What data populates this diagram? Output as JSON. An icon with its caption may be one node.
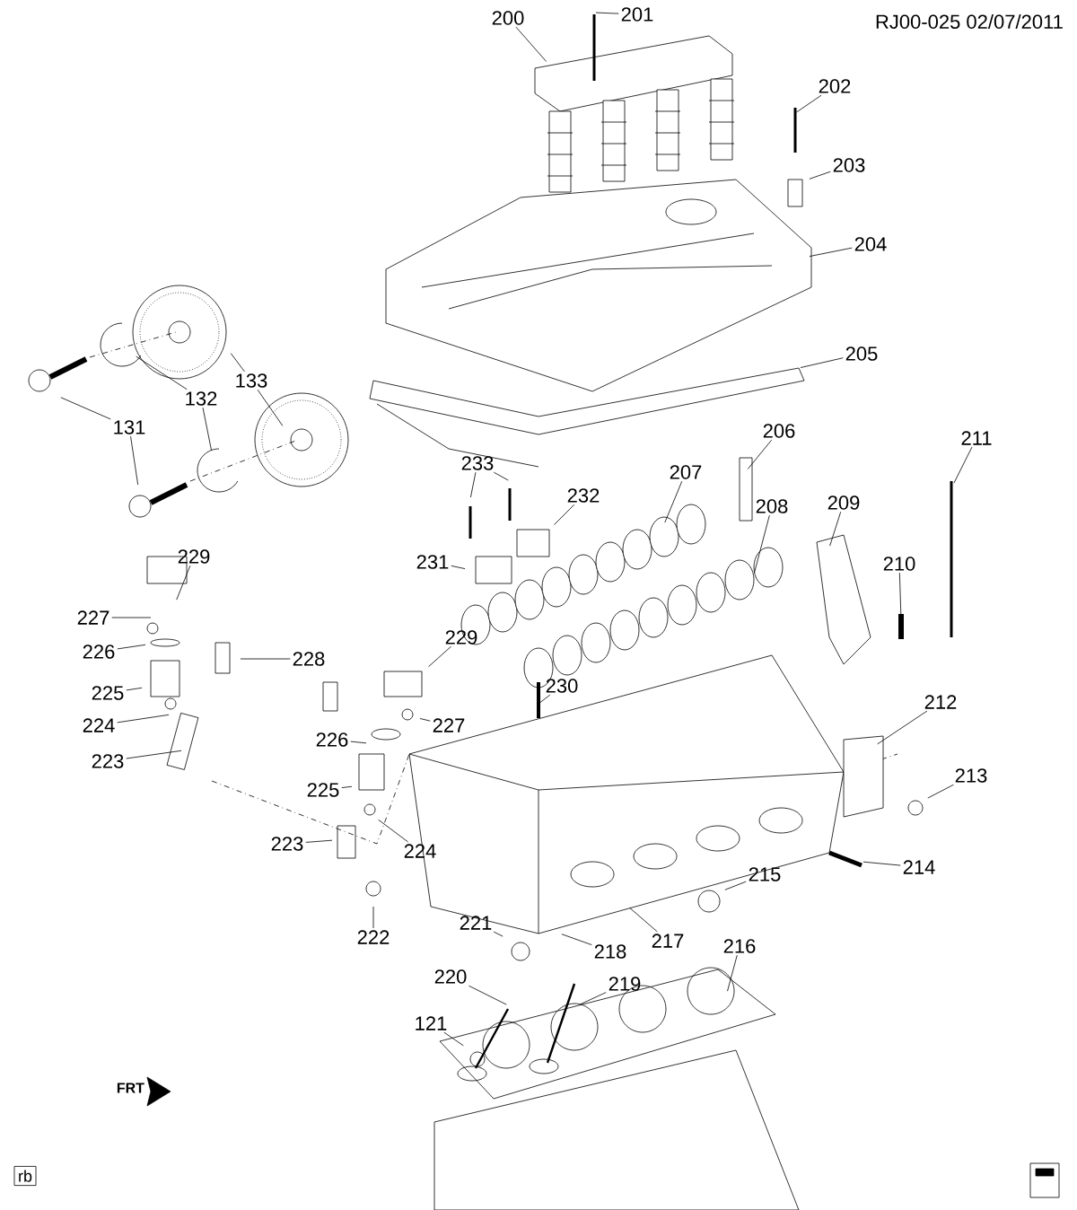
{
  "diagram": {
    "nodes": [
      {
        "text": [
          "200"
        ]
      },
      {
        "text": [
          "201"
        ]
      },
      {
        "text": [
          "202"
        ]
      },
      {
        "text": [
          "203"
        ]
      },
      {
        "text": [
          "204"
        ]
      },
      {
        "text": [
          "205"
        ]
      },
      {
        "text": [
          "206"
        ]
      },
      {
        "text": [
          "207"
        ]
      },
      {
        "text": [
          "208"
        ]
      },
      {
        "text": [
          "209"
        ]
      },
      {
        "text": [
          "210"
        ]
      },
      {
        "text": [
          "211"
        ]
      },
      {
        "text": [
          "212"
        ]
      },
      {
        "text": [
          "213"
        ]
      },
      {
        "text": [
          "214"
        ]
      },
      {
        "text": [
          "215"
        ]
      },
      {
        "text": [
          "216"
        ]
      },
      {
        "text": [
          "217"
        ]
      },
      {
        "text": [
          "218"
        ]
      },
      {
        "text": [
          "219"
        ]
      },
      {
        "text": [
          "220"
        ]
      },
      {
        "text": [
          "221"
        ]
      },
      {
        "text": [
          "222"
        ]
      },
      {
        "text": [
          "223"
        ]
      },
      {
        "text": [
          "224"
        ]
      },
      {
        "text": [
          "225"
        ]
      },
      {
        "text": [
          "226"
        ]
      },
      {
        "text": [
          "227"
        ]
      },
      {
        "text": [
          "228"
        ]
      },
      {
        "text": [
          "229"
        ]
      },
      {
        "text": [
          "229"
        ]
      },
      {
        "text": [
          "227"
        ]
      },
      {
        "text": [
          "226"
        ]
      },
      {
        "text": [
          "225"
        ]
      },
      {
        "text": [
          "223"
        ]
      },
      {
        "text": [
          "224"
        ]
      },
      {
        "text": [
          "230"
        ]
      },
      {
        "text": [
          "231"
        ]
      },
      {
        "text": [
          "232"
        ]
      },
      {
        "text": [
          "233"
        ]
      },
      {
        "text": [
          "133"
        ]
      },
      {
        "text": [
          "132"
        ]
      },
      {
        "text": [
          "131"
        ]
      },
      {
        "text": [
          "121"
        ]
      }
    ],
    "edges": [
      {
        "from": 0,
        "to": null,
        "arrow": "none"
      },
      {
        "from": 1,
        "to": null,
        "arrow": "none"
      },
      {
        "from": 2,
        "to": null,
        "arrow": "none"
      },
      {
        "from": 3,
        "to": null,
        "arrow": "none"
      },
      {
        "from": 4,
        "to": null,
        "arrow": "none"
      },
      {
        "from": 5,
        "to": null,
        "arrow": "none"
      },
      {
        "from": 6,
        "to": null,
        "arrow": "none"
      },
      {
        "from": 7,
        "to": null,
        "arrow": "none"
      },
      {
        "from": 8,
        "to": null,
        "arrow": "none"
      },
      {
        "from": 9,
        "to": null,
        "arrow": "none"
      },
      {
        "from": 10,
        "to": null,
        "arrow": "none"
      },
      {
        "from": 11,
        "to": null,
        "arrow": "none"
      },
      {
        "from": 12,
        "to": null,
        "arrow": "none"
      },
      {
        "from": 13,
        "to": null,
        "arrow": "none"
      },
      {
        "from": 14,
        "to": null,
        "arrow": "none"
      },
      {
        "from": 15,
        "to": null,
        "arrow": "none"
      },
      {
        "from": 16,
        "to": null,
        "arrow": "none"
      },
      {
        "from": 17,
        "to": null,
        "arrow": "none"
      },
      {
        "from": 18,
        "to": null,
        "arrow": "none"
      },
      {
        "from": 19,
        "to": null,
        "arrow": "none"
      },
      {
        "from": 20,
        "to": null,
        "arrow": "none"
      },
      {
        "from": 21,
        "to": null,
        "arrow": "none"
      },
      {
        "from": 22,
        "to": null,
        "arrow": "none"
      },
      {
        "from": 23,
        "to": null,
        "arrow": "none"
      },
      {
        "from": 24,
        "to": null,
        "arrow": "none"
      },
      {
        "from": 25,
        "to": null,
        "arrow": "none"
      },
      {
        "from": 26,
        "to": null,
        "arrow": "none"
      },
      {
        "from": 27,
        "to": null,
        "arrow": "none"
      },
      {
        "from": 28,
        "to": null,
        "arrow": "none"
      },
      {
        "from": 29,
        "to": null,
        "arrow": "none"
      },
      {
        "from": 30,
        "to": null,
        "arrow": "none"
      },
      {
        "from": 31,
        "to": null,
        "arrow": "none"
      },
      {
        "from": 32,
        "to": null,
        "arrow": "none"
      },
      {
        "from": 33,
        "to": null,
        "arrow": "none"
      },
      {
        "from": 34,
        "to": null,
        "arrow": "none"
      },
      {
        "from": 35,
        "to": null,
        "arrow": "none"
      },
      {
        "from": 36,
        "to": null,
        "arrow": "none"
      },
      {
        "from": 37,
        "to": null,
        "arrow": "none"
      },
      {
        "from": 38,
        "to": null,
        "arrow": "none"
      },
      {
        "from": 39,
        "to": null,
        "arrow": "none"
      },
      {
        "from": 39,
        "to": null,
        "arrow": "none"
      },
      {
        "from": 40,
        "to": null,
        "arrow": "none"
      },
      {
        "from": 40,
        "to": null,
        "arrow": "none"
      },
      {
        "from": 41,
        "to": null,
        "arrow": "none"
      },
      {
        "from": 41,
        "to": null,
        "arrow": "none"
      },
      {
        "from": 42,
        "to": null,
        "arrow": "none"
      },
      {
        "from": 42,
        "to": null,
        "arrow": "none"
      },
      {
        "from": 43,
        "to": null,
        "arrow": "none"
      }
    ],
    "labels": [
      "RJ00-025 02/07/2011",
      "FRT",
      "rb"
    ]
  }
}
